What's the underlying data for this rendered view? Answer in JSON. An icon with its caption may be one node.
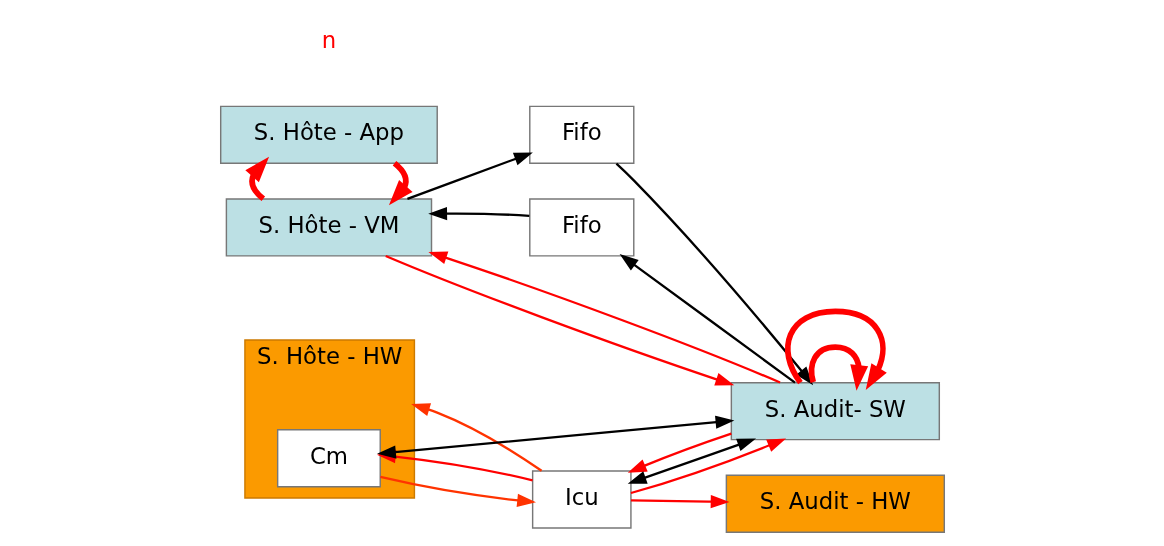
{
  "diagram": {
    "nodes": [
      {
        "text": [
          "S. Hôte - App"
        ]
      },
      {
        "text": [
          "S. Hôte - VM"
        ]
      },
      {
        "text": [
          "Fifo"
        ]
      },
      {
        "text": [
          "Fifo"
        ]
      },
      {
        "text": [
          "S. Audit- SW"
        ]
      },
      {
        "text": [
          "Icu"
        ]
      },
      {
        "text": [
          "S. Hôte - HW"
        ]
      },
      {
        "text": [
          "Cm"
        ],
        "in": 6
      },
      {
        "text": [
          "S. Audit - HW"
        ]
      }
    ],
    "edges": [
      {
        "from": 0,
        "to": 1,
        "arrow": "to",
        "style": "thick",
        "color": "#ff0000"
      },
      {
        "from": 1,
        "to": 0,
        "arrow": "to",
        "style": "thick",
        "color": "#ff0000"
      },
      {
        "from": 1,
        "to": 2,
        "arrow": "to",
        "color": "#000000"
      },
      {
        "from": 2,
        "to": 4,
        "arrow": "to",
        "color": "#000000"
      },
      {
        "from": 4,
        "to": 3,
        "arrow": "to",
        "color": "#000000"
      },
      {
        "from": 3,
        "to": 1,
        "arrow": "to",
        "color": "#000000"
      },
      {
        "from": 4,
        "to": 1,
        "arrow": "to",
        "color": "#ff0000"
      },
      {
        "from": 1,
        "to": 4,
        "arrow": "to",
        "color": "#ff0000"
      },
      {
        "from": 4,
        "to": 4,
        "arrow": "to",
        "style": "thick",
        "color": "#ff0000"
      },
      {
        "from": 4,
        "to": 4,
        "arrow": "to",
        "style": "thick",
        "color": "#ff0000"
      },
      {
        "from": 7,
        "to": 5,
        "arrow": "to",
        "color": "#ff3300"
      },
      {
        "from": 5,
        "to": 4,
        "arrow": "both",
        "color": "#000000"
      },
      {
        "from": 4,
        "to": 5,
        "arrow": "to",
        "color": "#ff0000"
      },
      {
        "from": 5,
        "to": 4,
        "arrow": "to",
        "color": "#ff0000"
      },
      {
        "from": 5,
        "to": 6,
        "arrow": "to",
        "color": "#ff3300"
      },
      {
        "from": 5,
        "to": 7,
        "arrow": "to",
        "color": "#ff0000"
      },
      {
        "from": 5,
        "to": 8,
        "arrow": "to",
        "color": "#ff0000"
      },
      {
        "from": 7,
        "to": 4,
        "arrow": "both",
        "color": "#000000"
      }
    ],
    "labels": [
      "n"
    ]
  }
}
